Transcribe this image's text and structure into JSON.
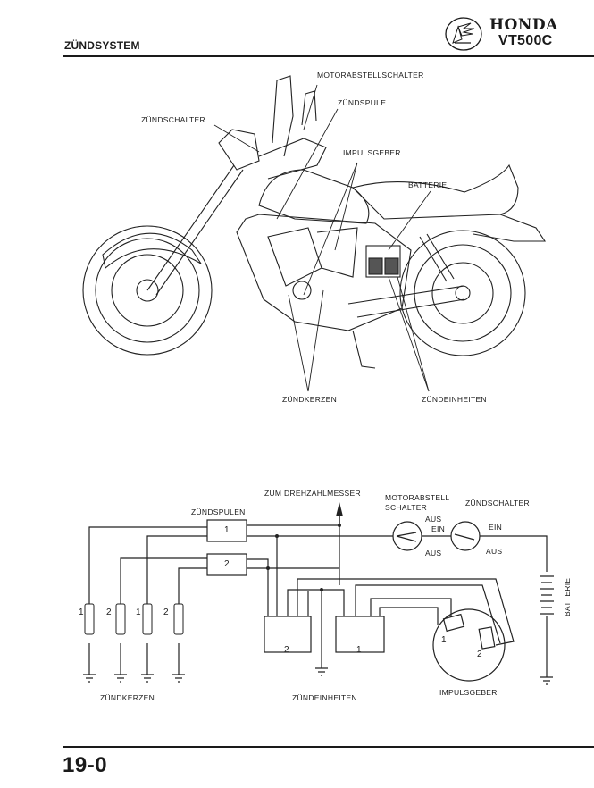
{
  "header": {
    "section_title": "ZÜNDSYSTEM",
    "brand": "HONDA",
    "model": "VT500C",
    "logo_icon": "honda-wing-logo"
  },
  "illustration": {
    "labels": {
      "kill_switch": "MOTORABSTELLSCHALTER",
      "ignition_coil": "ZÜNDSPULE",
      "ignition_switch": "ZÜNDSCHALTER",
      "pulse_generator": "IMPULSGEBER",
      "battery": "BATTERIE",
      "spark_plugs": "ZÜNDKERZEN",
      "ignition_units": "ZÜNDEINHEITEN"
    }
  },
  "schematic": {
    "tachometer": "ZUM DREHZAHLMESSER",
    "ignition_coils": "ZÜNDSPULEN",
    "coil_1": "1",
    "coil_2": "2",
    "kill_switch_line1": "MOTORABSTELL",
    "kill_switch_line2": "SCHALTER",
    "ignition_switch": "ZÜNDSCHALTER",
    "aus": "AUS",
    "ein": "EIN",
    "spark_plugs": "ZÜNDKERZEN",
    "plug_numbers": [
      "1",
      "2",
      "1",
      "2"
    ],
    "ignition_units": "ZÜNDEINHEITEN",
    "unit_1": "1",
    "unit_2": "2",
    "pulse_generator": "IMPULSGEBER",
    "pickup_1": "1",
    "pickup_2": "2",
    "battery": "BATTERIE"
  },
  "footer": {
    "page_number": "19-0"
  }
}
